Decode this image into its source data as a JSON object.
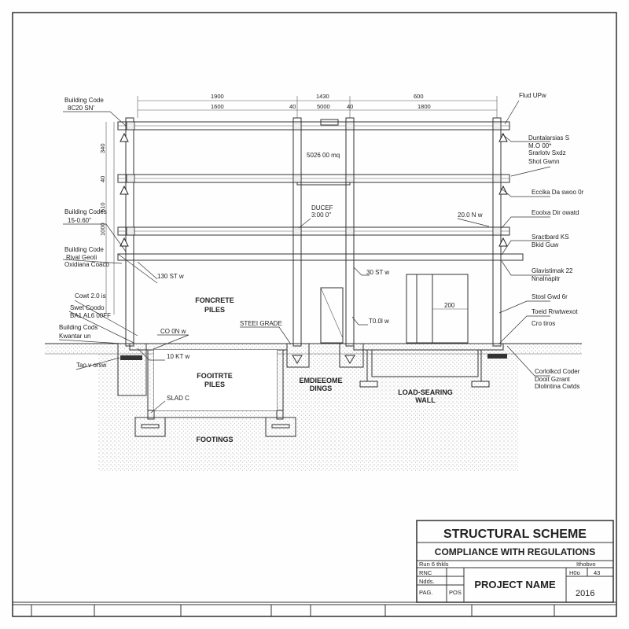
{
  "dimensions": {
    "top_left": "1900",
    "sub_left": "1600",
    "top_mid": "1430",
    "sub_mid": "5000",
    "gap_a": "40",
    "gap_b": "40",
    "top_right": "600",
    "sub_right": "1800",
    "v1": "340",
    "v2": "510",
    "v3": "40",
    "v4": "1000"
  },
  "labels": {
    "bc1": "Building Code",
    "bc1v": "8C20 SN'",
    "bc2": "Building Codes",
    "bc2v": "15-0.60\"",
    "bc3": "Building Code",
    "bc3a": "Rival Geoti",
    "bc3b": "Oxidiana Coaco",
    "l130": "130 ST w",
    "l5026": "5026 00 mq",
    "ducef": "DUCEF",
    "ducefv": "3:00 0\"",
    "flud": "Flud UPw",
    "dunt": "Duntalarsias S",
    "mo": "M.O 00*",
    "srar": "Srarlotv Sxdz",
    "shot": "Shot Gwnn",
    "eccika": "Eccika Da swoo 0r",
    "l200n": "20.0 N w",
    "eoolxa": "Eoolxa Dir owatd",
    "sract": "Sractbard KS",
    "bkid": "Bkid Guw",
    "glav": "Glavistimak 22",
    "nnal": "Nnalnapitr",
    "foncrete": "FONCRETE",
    "piles1": "PILES",
    "l30": "30 ST w",
    "cowt": "Cowt 2.0 is",
    "swet": "Swet Coodo",
    "ba1": "BA1 AL6 00FF",
    "bcods": "Building Cods",
    "kwan": "Kwantar un",
    "co": "CO 0N w",
    "steel": "STEEI GRADE",
    "l10": "10 KT w",
    "t0": "T0.0l w",
    "l200": "200",
    "stosl": "Stosl Gwd 6r",
    "toeid": "Toeid Rrwtwexot",
    "cro": "Cro tiros",
    "tao": "Tao v orsw",
    "fooitrte": "FOOITRTE",
    "piles2": "PILES",
    "emd": "EMDIEEOME",
    "dings": "DINGS",
    "slad": "SLAD C",
    "load": "LOAD-SEARING",
    "wall": "WALL",
    "footings": "FOOTINGS",
    "corl": "Corlolkcd Coder",
    "dooit": "Dooit Gzrant",
    "dlol": "Dlolintina Cwtds"
  },
  "title_block": {
    "title": "STRUCTURAL SCHEME",
    "subtitle": "COMPLIANCE WITH REGULATIONS",
    "row_left": "Run 6 thkls",
    "row_right": "Ithobvo",
    "c1": "RNC",
    "c2": "Ndds.",
    "c3": "PAG.",
    "c3b": "POS",
    "project": "PROJECT NAME",
    "sheet_label": "H0o",
    "sheet_no": "43",
    "year": "2016"
  }
}
